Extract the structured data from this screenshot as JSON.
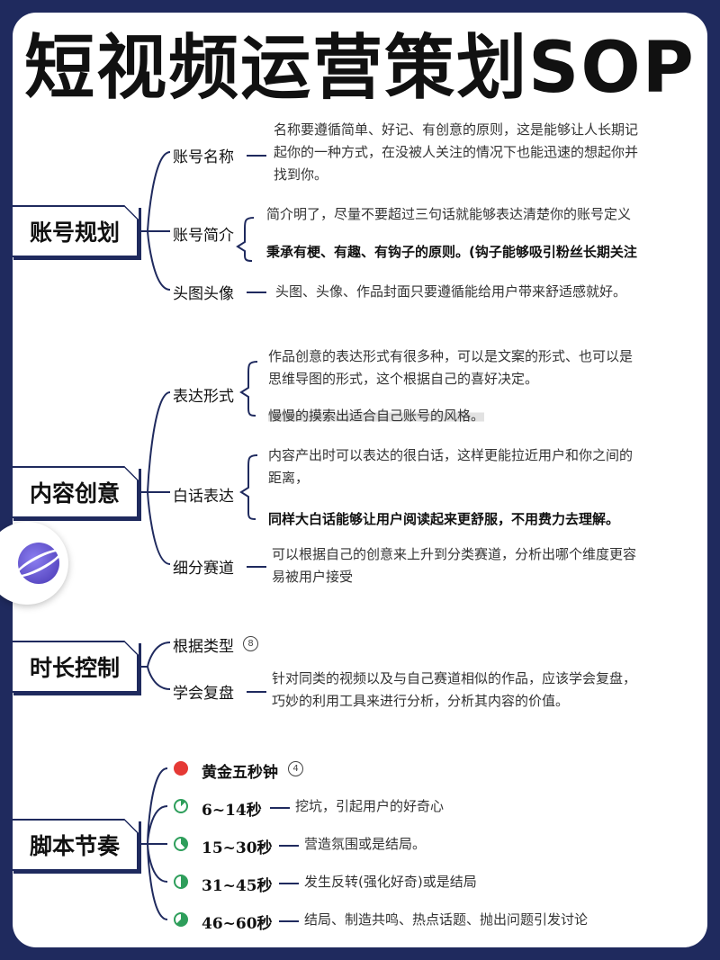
{
  "title": "短视频运营策划SOP",
  "colors": {
    "frame": "#1f2a5e",
    "accent_red": "#e53935",
    "accent_green": "#2e9e5b"
  },
  "sections": {
    "account": {
      "title": "账号规划",
      "items": [
        {
          "label": "账号名称",
          "lines": [
            "名称要遵循简单、好记、有创意的原则，这是能够让人长期记",
            "起你的一种方式，在没被人关注的情况下也能迅速的想起你并",
            "找到你。"
          ]
        },
        {
          "label": "账号简介",
          "lines": [
            "简介明了，尽量不要超过三句话就能够表达清楚你的账号定义"
          ],
          "bold": "秉承有梗、有趣、有钩子的原则。(钩子能够吸引粉丝长期关注"
        },
        {
          "label": "头图头像",
          "lines": [
            "头图、头像、作品封面只要遵循能给用户带来舒适感就好。"
          ]
        }
      ]
    },
    "content": {
      "title": "内容创意",
      "items": [
        {
          "label": "表达形式",
          "lines": [
            "作品创意的表达形式有很多种，可以是文案的形式、也可以是",
            "思维导图的形式，这个根据自己的喜好决定。"
          ],
          "highlight": "慢慢的摸索出适合自己账号的风格。"
        },
        {
          "label": "白话表达",
          "lines": [
            "内容产出时可以表达的很白话，这样更能拉近用户和你之间的",
            "距离，"
          ],
          "bold": "同样大白话能够让用户阅读起来更舒服，不用费力去理解。"
        },
        {
          "label": "细分赛道",
          "lines": [
            "可以根据自己的创意来上升到分类赛道，分析出哪个维度更容",
            "易被用户接受"
          ]
        }
      ]
    },
    "duration": {
      "title": "时长控制",
      "items": [
        {
          "label": "根据类型",
          "badge": "8"
        },
        {
          "label": "学会复盘",
          "lines": [
            "针对同类的视频以及与自己赛道相似的作品，应该学会复盘，",
            "巧妙的利用工具来进行分析，分析其内容的价值。"
          ]
        }
      ]
    },
    "script": {
      "title": "脚本节奏",
      "items": [
        {
          "label": "黄金五秒钟",
          "badge": "4",
          "icon": "red-dot-icon"
        },
        {
          "label": "6~14秒",
          "text": "挖坑，引起用户的好奇心",
          "fill": 0.125
        },
        {
          "label": "15~30秒",
          "text": "营造氛围或是结局。",
          "fill": 0.375
        },
        {
          "label": "31~45秒",
          "text": "发生反转(强化好奇)或是结局",
          "fill": 0.5
        },
        {
          "label": "46~60秒",
          "text": "结局、制造共鸣、热点话题、抛出问题引发讨论",
          "fill": 0.625
        }
      ]
    }
  }
}
